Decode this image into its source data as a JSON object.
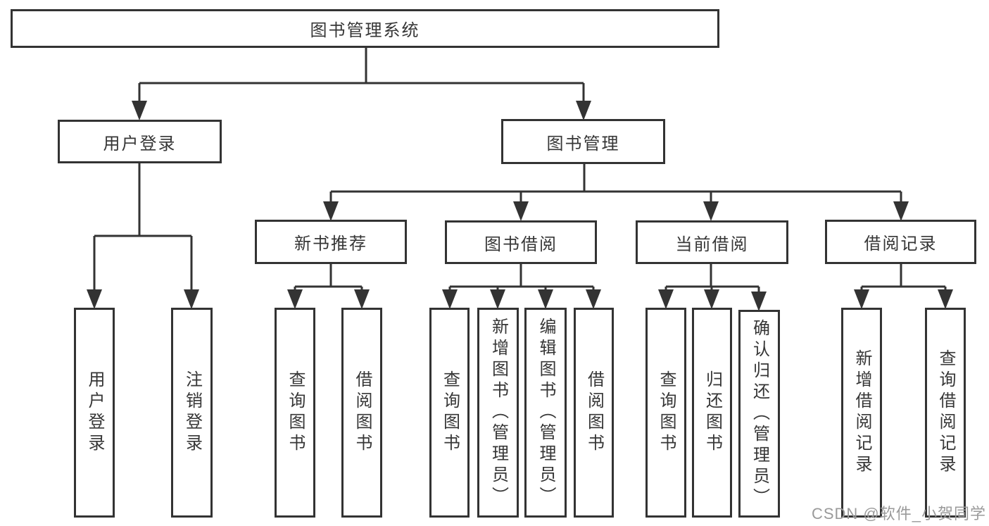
{
  "diagram": {
    "tree": {
      "root": {
        "label": "图书管理系统",
        "children": [
          {
            "label": "用户登录",
            "children": [
              {
                "label": "用户登录"
              },
              {
                "label": "注销登录"
              }
            ]
          },
          {
            "label": "图书管理",
            "children": [
              {
                "label": "新书推荐",
                "children": [
                  {
                    "label": "查询图书"
                  },
                  {
                    "label": "借阅图书"
                  }
                ]
              },
              {
                "label": "图书借阅",
                "children": [
                  {
                    "label": "查询图书"
                  },
                  {
                    "label": "新增图书（管理员）"
                  },
                  {
                    "label": "编辑图书（管理员）"
                  },
                  {
                    "label": "借阅图书"
                  }
                ]
              },
              {
                "label": "当前借阅",
                "children": [
                  {
                    "label": "查询图书"
                  },
                  {
                    "label": "归还图书"
                  },
                  {
                    "label": "确认归还（管理员）"
                  }
                ]
              },
              {
                "label": "借阅记录",
                "children": [
                  {
                    "label": "新增借阅记录"
                  },
                  {
                    "label": "查询借阅记录"
                  }
                ]
              }
            ]
          }
        ]
      }
    },
    "colors": {
      "line": "#333333",
      "text": "#363636",
      "box_background": "#ffffff",
      "watermark": "#9a9a9a"
    }
  },
  "watermark": {
    "text": "CSDN @软件_小贺同学"
  }
}
